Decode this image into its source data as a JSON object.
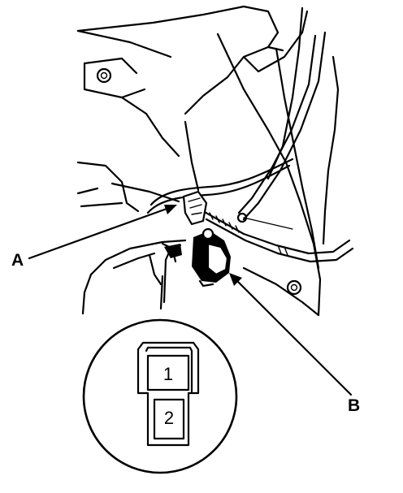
{
  "callouts": {
    "a": {
      "label": "A"
    },
    "b": {
      "label": "B"
    }
  },
  "connector_detail": {
    "pins": [
      {
        "label": "1"
      },
      {
        "label": "2"
      }
    ]
  }
}
